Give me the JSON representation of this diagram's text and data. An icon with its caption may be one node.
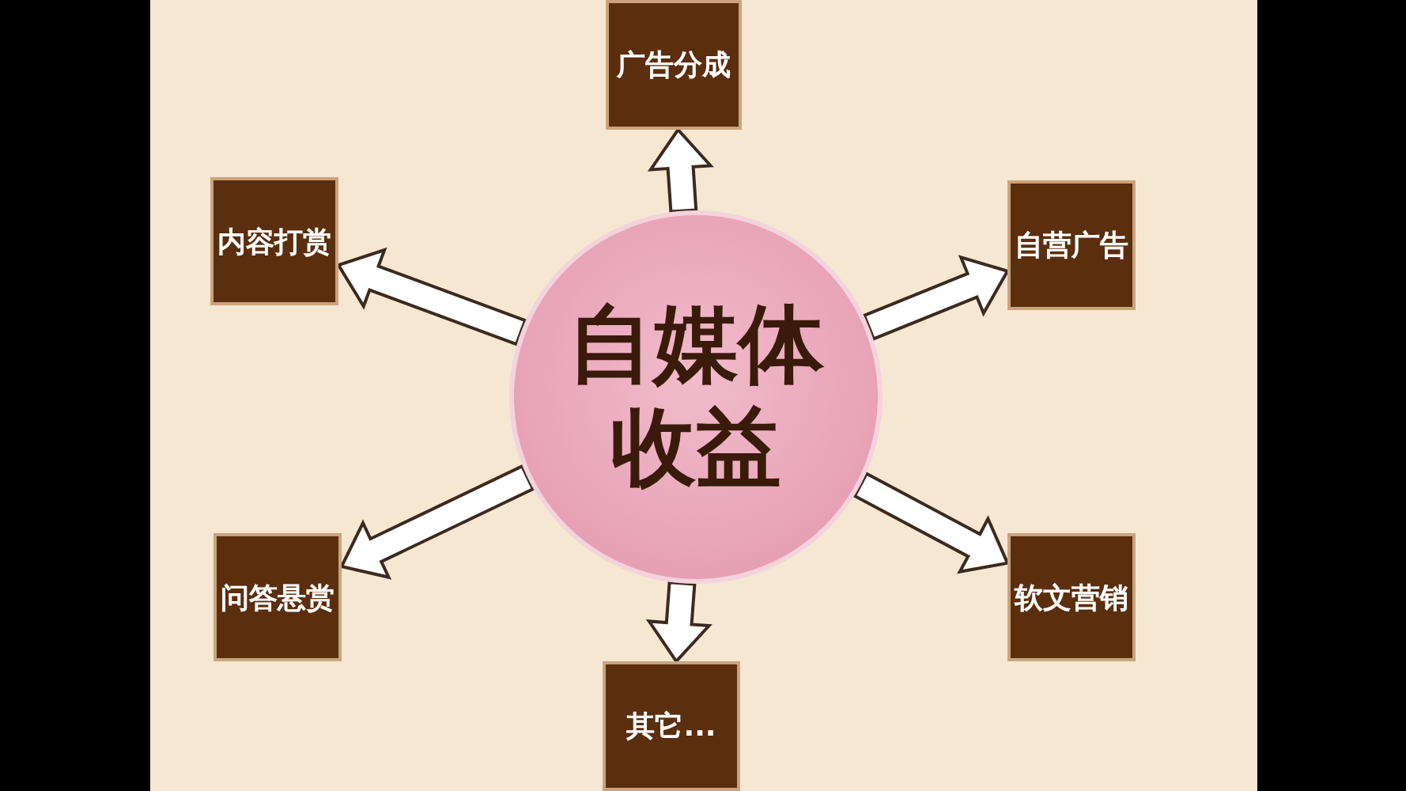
{
  "diagram": {
    "nodes": [
      {
        "text": [
          "自媒体收益"
        ]
      },
      {
        "text": [
          "广告分成"
        ]
      },
      {
        "text": [
          "内容打赏"
        ]
      },
      {
        "text": [
          "自营广告"
        ]
      },
      {
        "text": [
          "问答悬赏"
        ]
      },
      {
        "text": [
          "软文营销"
        ]
      },
      {
        "text": [
          "其它..."
        ]
      }
    ],
    "edges": [
      {
        "from": 0,
        "to": 1,
        "arrow": "to"
      },
      {
        "from": 0,
        "to": 2,
        "arrow": "to"
      },
      {
        "from": 0,
        "to": 3,
        "arrow": "to"
      },
      {
        "from": 0,
        "to": 4,
        "arrow": "to"
      },
      {
        "from": 0,
        "to": 5,
        "arrow": "to"
      },
      {
        "from": 0,
        "to": 6,
        "arrow": "to"
      }
    ]
  }
}
